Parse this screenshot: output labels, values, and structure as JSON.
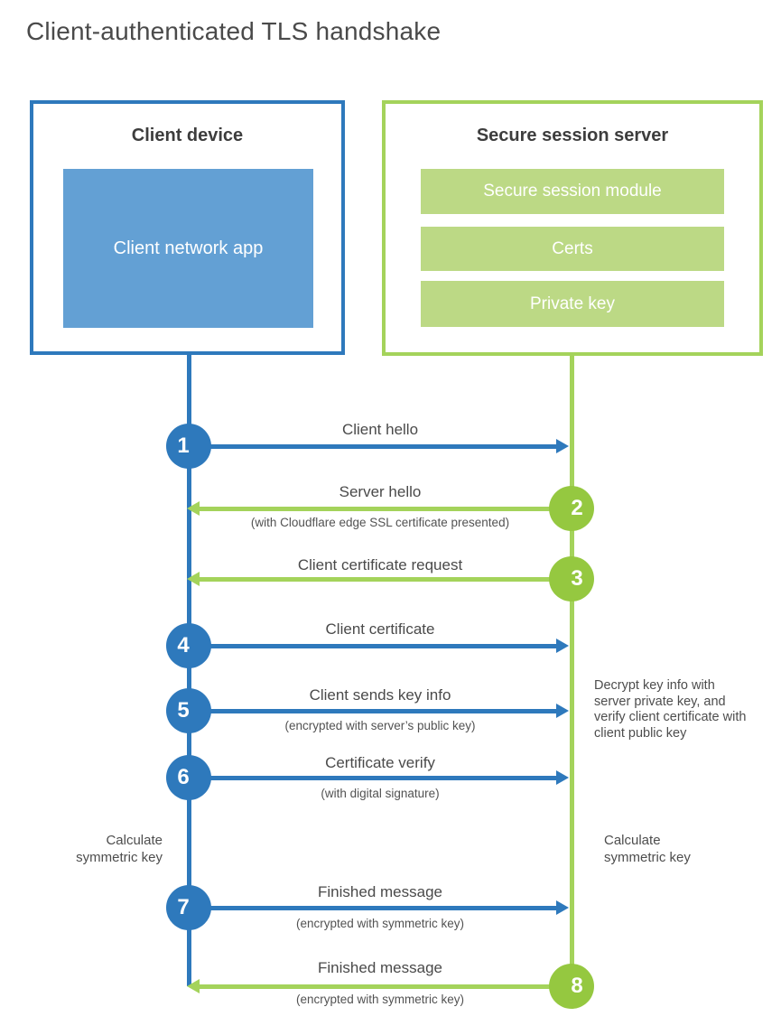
{
  "title": "Client-authenticated TLS handshake",
  "client_box": {
    "title": "Client device",
    "app_label": "Client network app"
  },
  "server_box": {
    "title": "Secure session server",
    "items": [
      {
        "label": "Secure session module"
      },
      {
        "label": "Certs"
      },
      {
        "label": "Private key"
      }
    ]
  },
  "messages": [
    {
      "num": "1",
      "label": "Client hello",
      "from": "client",
      "to": "server"
    },
    {
      "num": "2",
      "label": "Server hello",
      "sublabel": "(with Cloudflare edge SSL certificate presented)",
      "from": "server",
      "to": "client"
    },
    {
      "num": "3",
      "label": "Client certificate request",
      "from": "server",
      "to": "client"
    },
    {
      "num": "4",
      "label": "Client certificate",
      "from": "client",
      "to": "server"
    },
    {
      "num": "5",
      "label": "Client sends key info",
      "sublabel": "(encrypted with server’s public key)",
      "from": "client",
      "to": "server"
    },
    {
      "num": "6",
      "label": "Certificate verify",
      "sublabel": "(with digital signature)",
      "from": "client",
      "to": "server"
    },
    {
      "num": "7",
      "label": "Finished message",
      "sublabel": "(encrypted with symmetric key)",
      "from": "client",
      "to": "server"
    },
    {
      "num": "8",
      "label": "Finished message",
      "sublabel": "(encrypted with symmetric key)",
      "from": "server",
      "to": "client"
    }
  ],
  "notes": {
    "server_side": "Decrypt key info with server private key, and verify client certificate with client public key",
    "calc_left": "Calculate symmetric key",
    "calc_right": "Calculate symmetric key"
  },
  "colors": {
    "blue": "#2e79bc",
    "blue_fill": "#63a0d4",
    "green": "#a4d35b",
    "green_circle": "#95c840",
    "green_fill": "#bcd985"
  }
}
